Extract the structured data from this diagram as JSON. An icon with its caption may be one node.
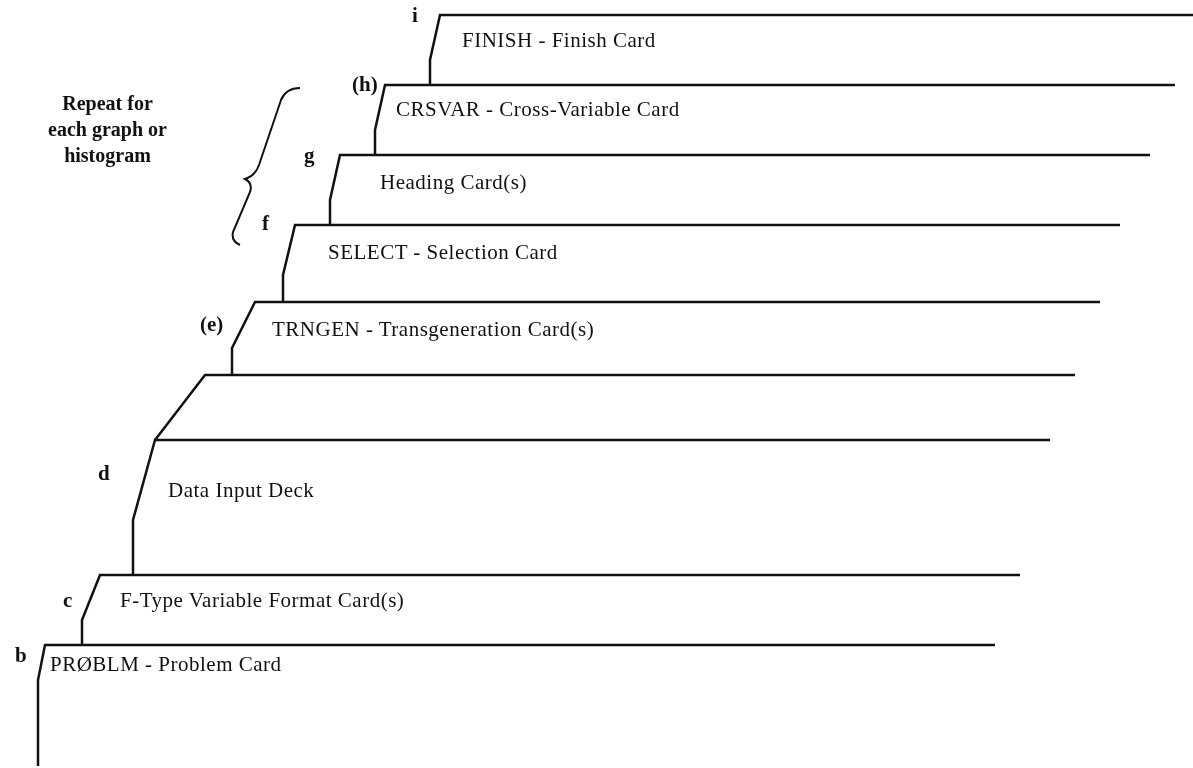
{
  "diagram": {
    "nodes": [
      {
        "text": [
          "FINISH - Finish Card"
        ],
        "beside": [
          "i"
        ]
      },
      {
        "text": [
          "CRSVAR - Cross-Variable Card"
        ],
        "beside": [
          "(h)"
        ]
      },
      {
        "text": [
          "Heading Card(s)"
        ],
        "beside": [
          "g"
        ]
      },
      {
        "text": [
          "SELECT - Selection Card"
        ],
        "beside": [
          "f"
        ]
      },
      {
        "text": [
          "TRNGEN - Transgeneration Card(s)"
        ],
        "beside": [
          "(e)"
        ]
      },
      {
        "text": [],
        "shape": "box"
      },
      {
        "text": [
          "Data Input Deck"
        ],
        "beside": [
          "d"
        ]
      },
      {
        "text": [
          "F-Type Variable Format Card(s)"
        ],
        "beside": [
          "c"
        ]
      },
      {
        "text": [
          "PRØBLM - Problem Card"
        ],
        "beside": [
          "b"
        ]
      }
    ],
    "labels": [
      "Repeat for each graph or histogram"
    ]
  }
}
